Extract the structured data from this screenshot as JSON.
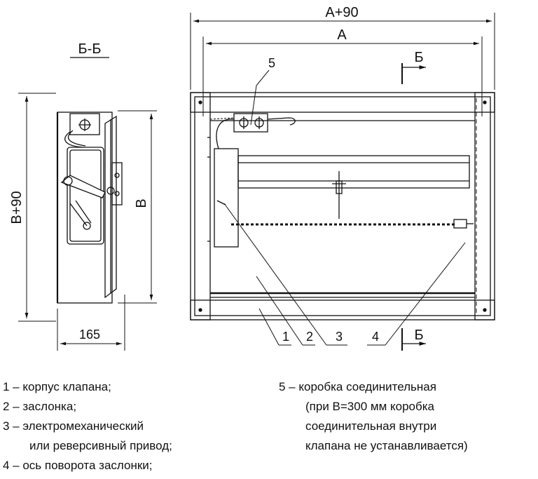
{
  "labels": {
    "section": "Б-Б",
    "section_mark": "Б",
    "dim_total_width": "А+90",
    "dim_width": "А",
    "dim_total_height": "В+90",
    "dim_height": "В",
    "dim_depth": "165",
    "callout_1": "1",
    "callout_2": "2",
    "callout_3": "3",
    "callout_4": "4",
    "callout_5": "5"
  },
  "legend": {
    "item1": "1 – корпус клапана;",
    "item2": "2 – заслонка;",
    "item3_line1": "3 – электромеханический",
    "item3_line2": "или реверсивный привод;",
    "item4": "4 – ось поворота заслонки;",
    "item5": "5 – коробка соединительная",
    "item5_note1": "(при В=300 мм коробка",
    "item5_note2": "соединительная внутри",
    "item5_note3": "клапана не устанавливается)"
  }
}
